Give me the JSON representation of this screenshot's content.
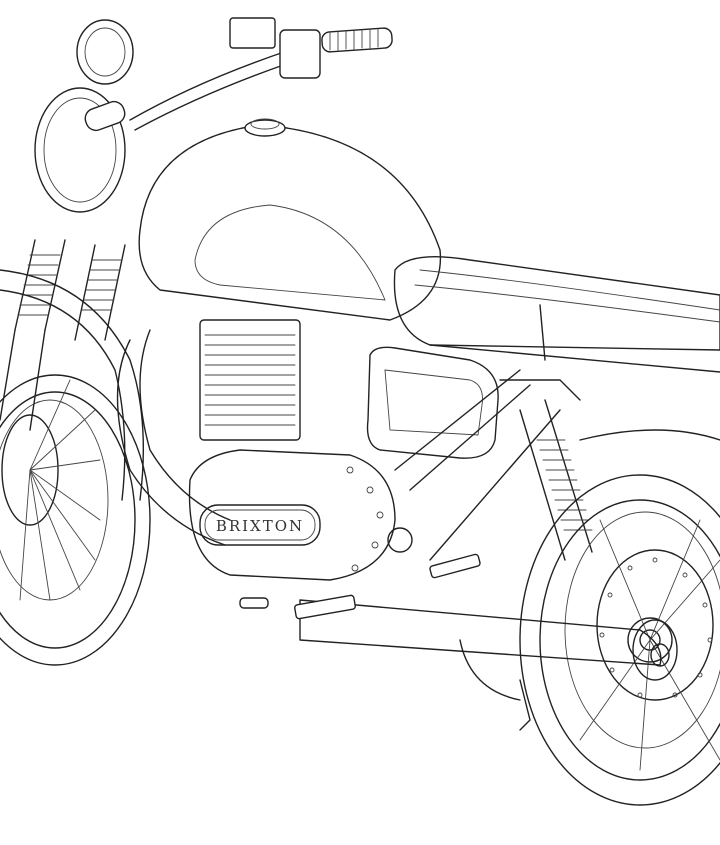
{
  "illustration": {
    "subject": "motorcycle line drawing",
    "style": "black outline on white (coloring page)",
    "engine_cover_logo": "BRIXTON",
    "colors": {
      "background": "#ffffff",
      "line": "#222222"
    }
  }
}
